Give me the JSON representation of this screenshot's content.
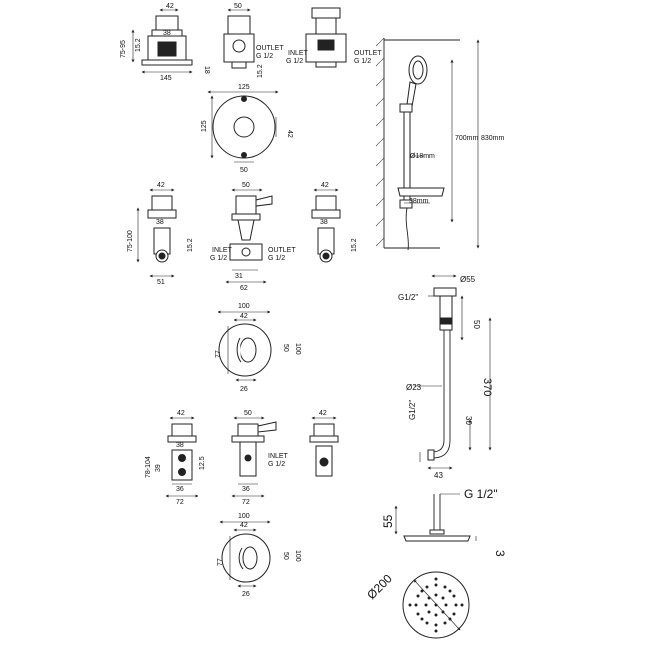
{
  "row1": {
    "valve_left": {
      "top_width": "42",
      "inner_width": "38",
      "side_height": "75-95",
      "side_inner": "15.2",
      "base_width": "145",
      "depth": "18"
    },
    "valve_mid": {
      "top_width": "50",
      "outlet_label": "OUTLET",
      "outlet_size": "G 1/2",
      "bottom": "15.2"
    },
    "valve_right": {
      "inlet_label": "INLET",
      "inlet_size": "G 1/2",
      "outlet_label": "OUTLET",
      "outlet_size": "G 1/2"
    }
  },
  "plate_round": {
    "top": "125",
    "left": "125",
    "right": "42",
    "bottom": "50"
  },
  "row2": {
    "valve_left": {
      "top": "42",
      "inner": "38",
      "side": "75-100",
      "right_side": "15.2",
      "bottom": "51"
    },
    "valve_mid": {
      "top": "50",
      "inlet_label": "INLET",
      "inlet_size": "G 1/2",
      "outlet_label": "OUTLET",
      "outlet_size": "G 1/2",
      "inner_bottom": "31",
      "bottom": "62"
    },
    "valve_right": {
      "top": "42",
      "inner": "38",
      "right_side": "15.2"
    }
  },
  "plate_lever": {
    "top": "100",
    "inner_top": "42",
    "left": "77",
    "right_inner": "50",
    "right": "100",
    "bottom": "26"
  },
  "row3": {
    "valve_left": {
      "top": "42",
      "inner": "38",
      "side": "78-104",
      "side_inner": "39",
      "right": "12.5",
      "inner_bottom": "36",
      "bottom": "72"
    },
    "valve_mid": {
      "top": "50",
      "inlet_label": "INLET",
      "inlet_size": "G 1/2",
      "inner_bottom": "36",
      "bottom": "72"
    },
    "valve_right": {
      "top": "42"
    }
  },
  "plate_lever_small": {
    "top": "100",
    "inner_top": "42",
    "left": "77",
    "right_inner": "50",
    "right": "100",
    "bottom": "26"
  },
  "slide_rail": {
    "total": "830mm",
    "rail": "700mm",
    "tube_dia": "Ø18mm",
    "shelf_depth": "38mm"
  },
  "shower_arm": {
    "flange_dia": "Ø55",
    "thread": "G1/2\"",
    "flange_height": "50",
    "length": "370",
    "pipe_dia": "Ø23",
    "elbow_thread": "G1/2\"",
    "elbow_drop": "30",
    "outlet_reach": "43"
  },
  "shower_head": {
    "thread": "G 1/2\"",
    "connector_height": "55",
    "plate_thickness": "3",
    "diameter": "Ø200"
  }
}
